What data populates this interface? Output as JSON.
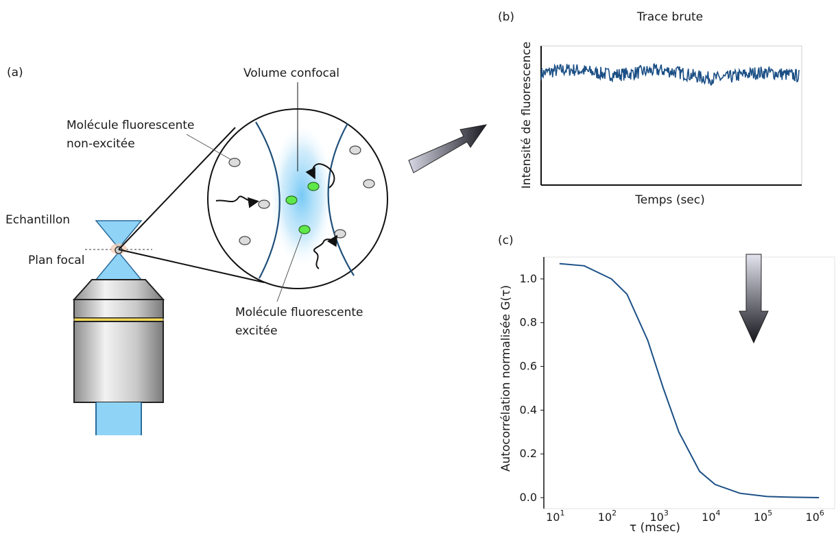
{
  "panel_a": {
    "label": "(a)",
    "confocal_volume": "Volume confocal",
    "non_excited_molecule": [
      "Molécule fluorescente",
      "non-excitée"
    ],
    "sample": "Echantillon",
    "focal_plane": "Plan focal",
    "excited_molecule": [
      "Molécule fluorescente",
      "excitée"
    ]
  },
  "panel_b": {
    "label": "(b)",
    "title": "Trace brute",
    "ylabel": "Intensité de fluorescence",
    "xlabel": "Temps (sec)"
  },
  "panel_c": {
    "label": "(c)",
    "ylabel": "Autocorrélation normalisée G(τ)",
    "xlabel": "τ (msec)",
    "xtick_base": "10",
    "xtick_exponents": [
      "1",
      "2",
      "3",
      "4",
      "5",
      "6"
    ],
    "ytick_labels": [
      "0.0",
      "0.2",
      "0.4",
      "0.6",
      "0.8",
      "1.0"
    ]
  },
  "colors": {
    "trace": "#1b4f85",
    "excited": "#5fe84a",
    "non_excited": "#dcdcdc",
    "beam": "#8fd3f7",
    "beam_edge": "#2b6a9a"
  },
  "chart_data": [
    {
      "type": "line",
      "title": "Trace brute",
      "xlabel": "Temps (sec)",
      "ylabel": "Intensité de fluorescence",
      "note": "no tick labels shown; fluctuating signal near top of axes",
      "y_level_fraction": 0.8,
      "y_noise_fraction": 0.06
    },
    {
      "type": "line",
      "xlabel": "τ (msec)",
      "ylabel": "Autocorrélation normalisée G(τ)",
      "x_scale": "log",
      "xlim": [
        5,
        2000000
      ],
      "ylim": [
        -0.05,
        1.1
      ],
      "x": [
        10,
        30,
        100,
        200,
        500,
        1000,
        2000,
        5000,
        10000,
        30000,
        100000,
        300000,
        1000000
      ],
      "y": [
        1.07,
        1.06,
        1.0,
        0.93,
        0.72,
        0.5,
        0.3,
        0.12,
        0.06,
        0.02,
        0.005,
        0.002,
        0.0
      ]
    }
  ]
}
